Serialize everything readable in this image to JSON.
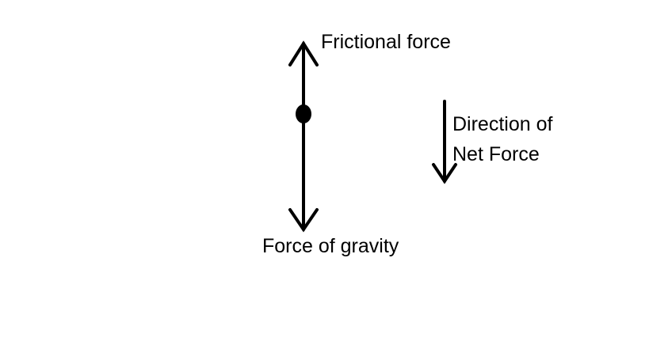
{
  "labels": {
    "top": "Frictional force",
    "bottom": "Force of gravity",
    "net_line1": "Direction of",
    "net_line2": "Net Force"
  }
}
